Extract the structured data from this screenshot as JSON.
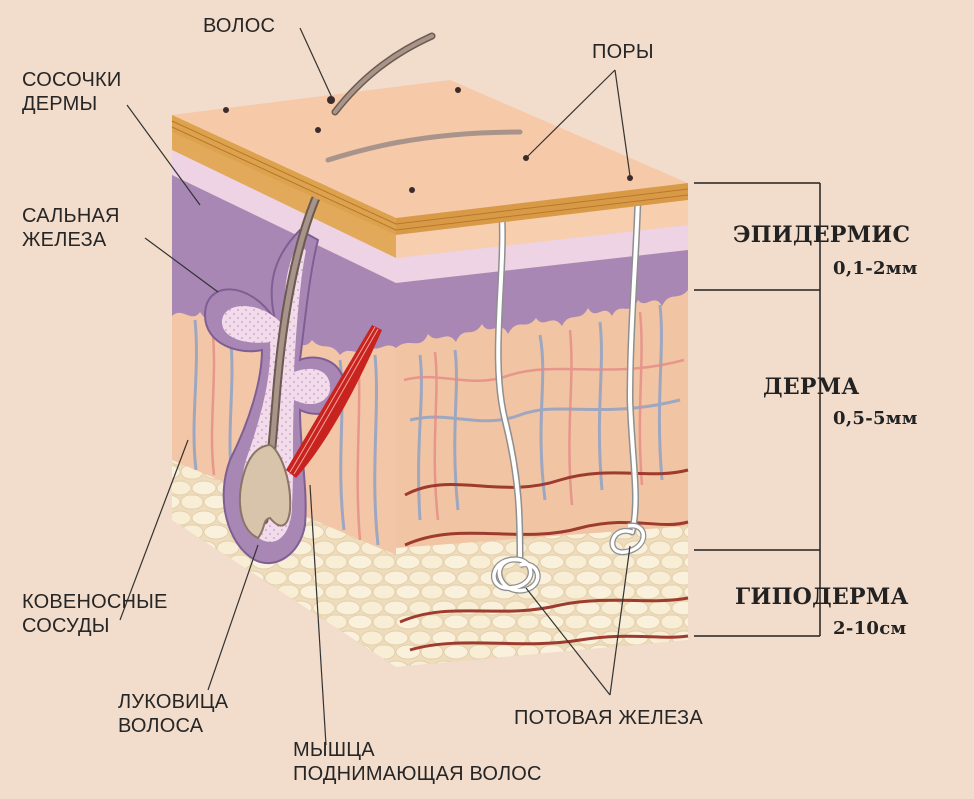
{
  "labels": {
    "hair": "ВОЛОС",
    "pores": "ПОРЫ",
    "papillae": "СОСОЧКИ\nДЕРМЫ",
    "sebaceous": "САЛЬНАЯ\nЖЕЛЕЗА",
    "vessels": "КОВЕНОСНЫЕ\nСОСУДЫ",
    "bulb": "ЛУКОВИЦА\nВОЛОСА",
    "muscle": "МЫШЦА\nПОДНИМАЮЩАЯ ВОЛОС",
    "sweat_gland": "ПОТОВАЯ ЖЕЛЕЗА"
  },
  "layers": {
    "epidermis": {
      "name": "ЭПИДЕРМИС",
      "thickness": "0,1-2мм"
    },
    "dermis": {
      "name": "ДЕРМА",
      "thickness": "0,5-5мм"
    },
    "hypodermis": {
      "name": "ГИПОДЕРМА",
      "thickness": "2-10см"
    }
  },
  "colors": {
    "background": "#f2dccb",
    "skin_top": "#f6c9a9",
    "epidermis_band": "#dca24e",
    "papillary_purple": "#a987b5",
    "dermis": "#f1c4a4",
    "fat": "#f6ead0",
    "blood_vessel": "#9d3b2e",
    "vein": "#8aa0c8",
    "muscle": "#c8231e",
    "hair": "#8a7566"
  }
}
